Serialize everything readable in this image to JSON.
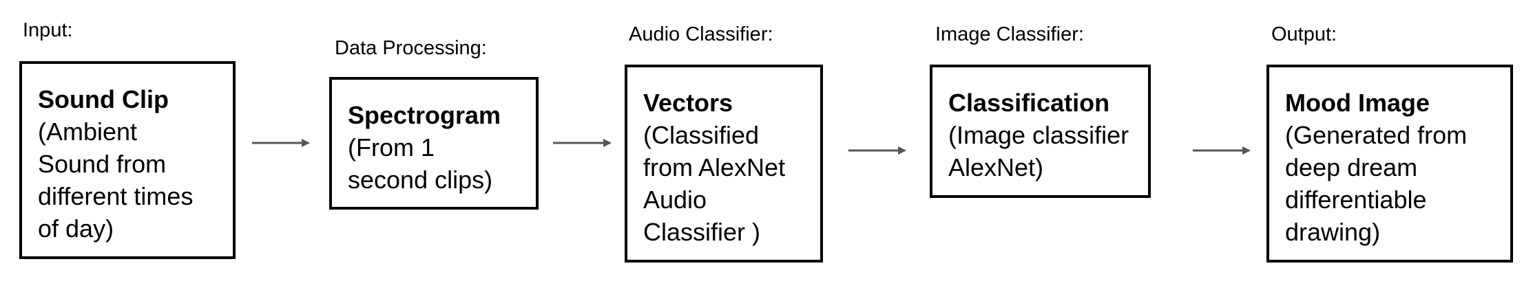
{
  "stages": [
    {
      "label": "Input:",
      "title": "Sound Clip",
      "description": "(Ambient\nSound from\ndifferent times\nof day)"
    },
    {
      "label": "Data Processing:",
      "title": "Spectrogram",
      "description": "(From 1\nsecond clips)"
    },
    {
      "label": "Audio Classifier:",
      "title": "Vectors",
      "description": "(Classified\nfrom AlexNet\nAudio\nClassifier )"
    },
    {
      "label": "Image Classifier:",
      "title": "Classification",
      "description": "(Image classifier\nAlexNet)"
    },
    {
      "label": "Output:",
      "title": "Mood Image",
      "description": "(Generated from\ndeep dream\ndifferentiable\ndrawing)"
    }
  ],
  "colors": {
    "box_border": "#000000",
    "arrow": "#555555",
    "text": "#000000"
  }
}
